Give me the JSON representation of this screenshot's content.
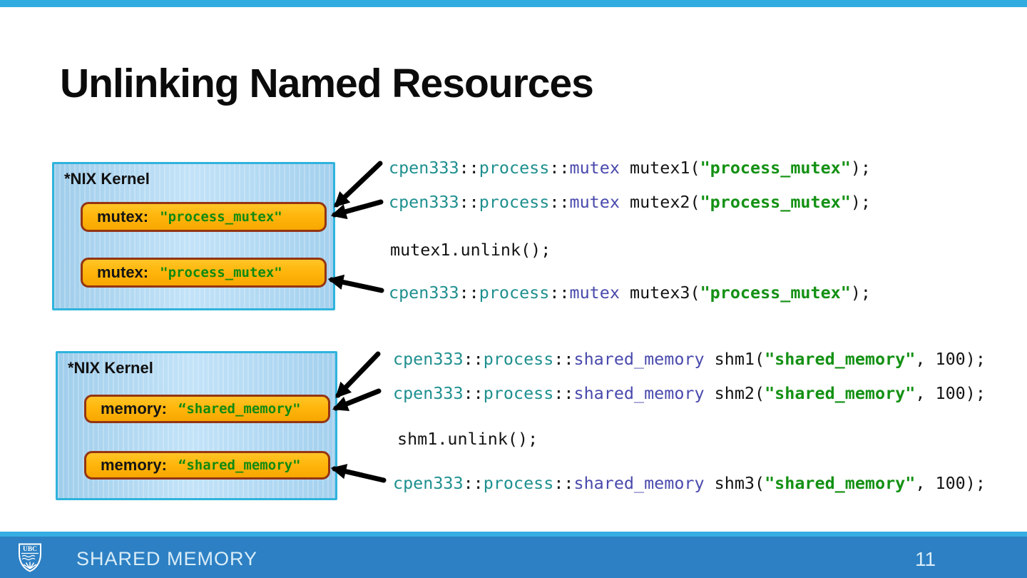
{
  "title": "Unlinking Named Resources",
  "diagrams": [
    {
      "label": "*NIX Kernel",
      "resources": [
        {
          "kind": "mutex:",
          "name": "\"process_mutex\""
        },
        {
          "kind": "mutex:",
          "name": "\"process_mutex\""
        }
      ]
    },
    {
      "label": "*NIX Kernel",
      "resources": [
        {
          "kind": "memory:",
          "name": "“shared_memory\""
        },
        {
          "kind": "memory:",
          "name": "“shared_memory\""
        }
      ]
    }
  ],
  "code_blocks": [
    {
      "lines": [
        [
          {
            "t": "cpen333",
            "c": "ns"
          },
          {
            "t": "::",
            "c": "p"
          },
          {
            "t": "process",
            "c": "ns"
          },
          {
            "t": "::",
            "c": "p"
          },
          {
            "t": "mutex",
            "c": "type"
          },
          {
            "t": " mutex1(",
            "c": "p"
          },
          {
            "t": "\"process_mutex\"",
            "c": "str"
          },
          {
            "t": ");",
            "c": "p"
          }
        ],
        [
          {
            "t": "cpen333",
            "c": "ns"
          },
          {
            "t": "::",
            "c": "p"
          },
          {
            "t": "process",
            "c": "ns"
          },
          {
            "t": "::",
            "c": "p"
          },
          {
            "t": "mutex",
            "c": "type"
          },
          {
            "t": " mutex2(",
            "c": "p"
          },
          {
            "t": "\"process_mutex\"",
            "c": "str"
          },
          {
            "t": ");",
            "c": "p"
          }
        ],
        [
          {
            "t": "mutex1.unlink();",
            "c": "p"
          }
        ],
        [
          {
            "t": "cpen333",
            "c": "ns"
          },
          {
            "t": "::",
            "c": "p"
          },
          {
            "t": "process",
            "c": "ns"
          },
          {
            "t": "::",
            "c": "p"
          },
          {
            "t": "mutex",
            "c": "type"
          },
          {
            "t": " mutex3(",
            "c": "p"
          },
          {
            "t": "\"process_mutex\"",
            "c": "str"
          },
          {
            "t": ");",
            "c": "p"
          }
        ]
      ]
    },
    {
      "lines": [
        [
          {
            "t": "cpen333",
            "c": "ns"
          },
          {
            "t": "::",
            "c": "p"
          },
          {
            "t": "process",
            "c": "ns"
          },
          {
            "t": "::",
            "c": "p"
          },
          {
            "t": "shared_memory",
            "c": "type"
          },
          {
            "t": " shm1(",
            "c": "p"
          },
          {
            "t": "\"shared_memory\"",
            "c": "str"
          },
          {
            "t": ", 100);",
            "c": "p"
          }
        ],
        [
          {
            "t": "cpen333",
            "c": "ns"
          },
          {
            "t": "::",
            "c": "p"
          },
          {
            "t": "process",
            "c": "ns"
          },
          {
            "t": "::",
            "c": "p"
          },
          {
            "t": "shared_memory",
            "c": "type"
          },
          {
            "t": " shm2(",
            "c": "p"
          },
          {
            "t": "\"shared_memory\"",
            "c": "str"
          },
          {
            "t": ", 100);",
            "c": "p"
          }
        ],
        [
          {
            "t": "shm1.unlink();",
            "c": "p"
          }
        ],
        [
          {
            "t": "cpen333",
            "c": "ns"
          },
          {
            "t": "::",
            "c": "p"
          },
          {
            "t": "process",
            "c": "ns"
          },
          {
            "t": "::",
            "c": "p"
          },
          {
            "t": "shared_memory",
            "c": "type"
          },
          {
            "t": " shm3(",
            "c": "p"
          },
          {
            "t": "\"shared_memory\"",
            "c": "str"
          },
          {
            "t": ", 100);",
            "c": "p"
          }
        ]
      ]
    }
  ],
  "footer": {
    "section": "SHARED MEMORY",
    "page": "11",
    "logo": "UBC"
  },
  "colors": {
    "top_accent": "#31ace1",
    "footer_strip": "#36ade3",
    "footer_bar": "#2d80c3",
    "footer_text": "#d9edf8",
    "kernel_fill": "#a6d3f0",
    "kernel_border": "#2fb3dc",
    "resource_fill": "#ffb60d",
    "resource_border": "#943512",
    "code_namespace": "#1f8f8f",
    "code_type": "#4949ad",
    "code_string": "#149114",
    "code_text": "#141414",
    "arrow": "#000000"
  }
}
